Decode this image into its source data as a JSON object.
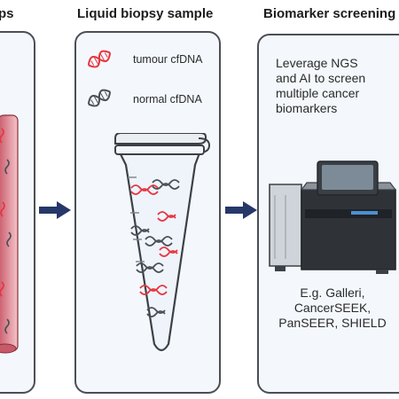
{
  "headings": {
    "left_partial": "ps",
    "middle": "Liquid biopsy sample",
    "right": "Biomarker screening"
  },
  "legend": {
    "tumour": "tumour cfDNA",
    "normal": "normal cfDNA"
  },
  "screening": {
    "description_lines": [
      "Leverage NGS",
      "and AI to screen",
      "multiple cancer",
      "biomarkers"
    ],
    "examples_lines": [
      "E.g. Galleri,",
      "CancerSEEK,",
      "PanSEER, SHIELD"
    ]
  },
  "colors": {
    "tumour_dna": "#e8343f",
    "normal_dna": "#4a4f57",
    "arrow": "#263769",
    "panel_border": "#4a4f57",
    "panel_bg": "#f4f8fc",
    "blood_tube": "#d77b88"
  },
  "icons": {
    "arrow": "right-arrow-icon",
    "tube": "microcentrifuge-tube-icon",
    "sequencer": "sequencer-machine-icon"
  }
}
